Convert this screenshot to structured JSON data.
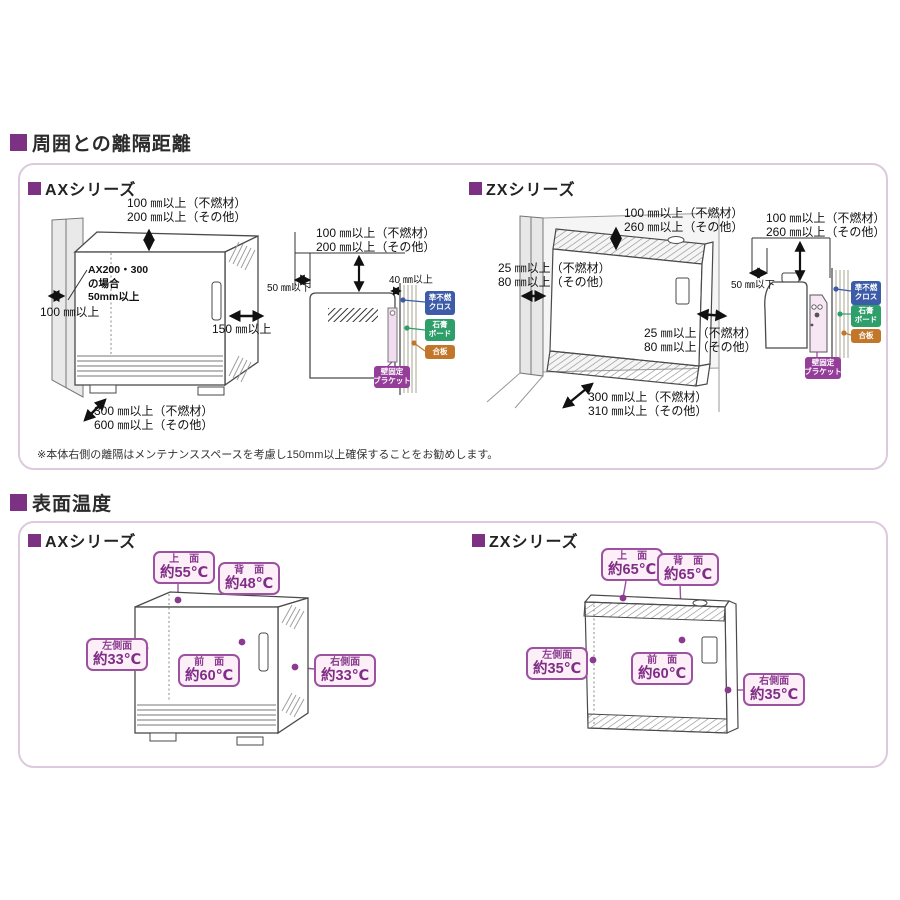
{
  "colors": {
    "accent_purple": "#7d3183",
    "panel_border": "#dcc9de",
    "temp_tag_border": "#9c51a1",
    "temp_tag_fill": "#fdeff7",
    "temp_tag_text": "#7f2d87",
    "layer_blue": "#3c5ca8",
    "layer_green": "#2e9e6b",
    "layer_orange": "#c1762a",
    "bracket_purple": "#943d99"
  },
  "clearance": {
    "title": "周囲との離隔距離",
    "ax": {
      "series": "AXシリーズ",
      "top": [
        "100 ㎜以上（不燃材）",
        "200 ㎜以上（その他）"
      ],
      "note": [
        "AX200・300",
        "の場合",
        "50mm以上"
      ],
      "left": "100 ㎜以上",
      "right": "150 ㎜以上",
      "front": [
        "300 ㎜以上（不燃材）",
        "600 ㎜以上（その他）"
      ],
      "side": {
        "top": [
          "100 ㎜以上（不燃材）",
          "200 ㎜以上（その他）"
        ],
        "rear": "50 ㎜以下",
        "wall": "40 ㎜以上"
      }
    },
    "zx": {
      "series": "ZXシリーズ",
      "top": [
        "100 ㎜以上（不燃材）",
        "260 ㎜以上（その他）"
      ],
      "left": [
        "25 ㎜以上（不燃材）",
        "80 ㎜以上（その他）"
      ],
      "right": [
        "25 ㎜以上（不燃材）",
        "80 ㎜以上（その他）"
      ],
      "front": [
        "300 ㎜以上（不燃材）",
        "310 ㎜以上（その他）"
      ],
      "side": {
        "top": [
          "100 ㎜以上（不燃材）",
          "260 ㎜以上（その他）"
        ],
        "rear": "50 ㎜以下"
      }
    },
    "wall_layers": {
      "blue": [
        "準不燃",
        "クロス"
      ],
      "green": [
        "石膏",
        "ボード"
      ],
      "orange": "合板",
      "bracket": [
        "壁固定",
        "ブラケット"
      ]
    },
    "footnote": "※本体右側の離隔はメンテナンススペースを考慮し150mm以上確保することをお勧めします。"
  },
  "surface": {
    "title": "表面温度",
    "ax": {
      "series": "AXシリーズ",
      "temps": [
        {
          "label": "上　面",
          "value": "約55℃"
        },
        {
          "label": "背　面",
          "value": "約48℃"
        },
        {
          "label": "左側面",
          "value": "約33℃"
        },
        {
          "label": "前　面",
          "value": "約60℃"
        },
        {
          "label": "右側面",
          "value": "約33℃"
        }
      ]
    },
    "zx": {
      "series": "ZXシリーズ",
      "temps": [
        {
          "label": "上　面",
          "value": "約65℃"
        },
        {
          "label": "背　面",
          "value": "約65℃"
        },
        {
          "label": "左側面",
          "value": "約35℃"
        },
        {
          "label": "前　面",
          "value": "約60℃"
        },
        {
          "label": "右側面",
          "value": "約35℃"
        }
      ]
    }
  }
}
